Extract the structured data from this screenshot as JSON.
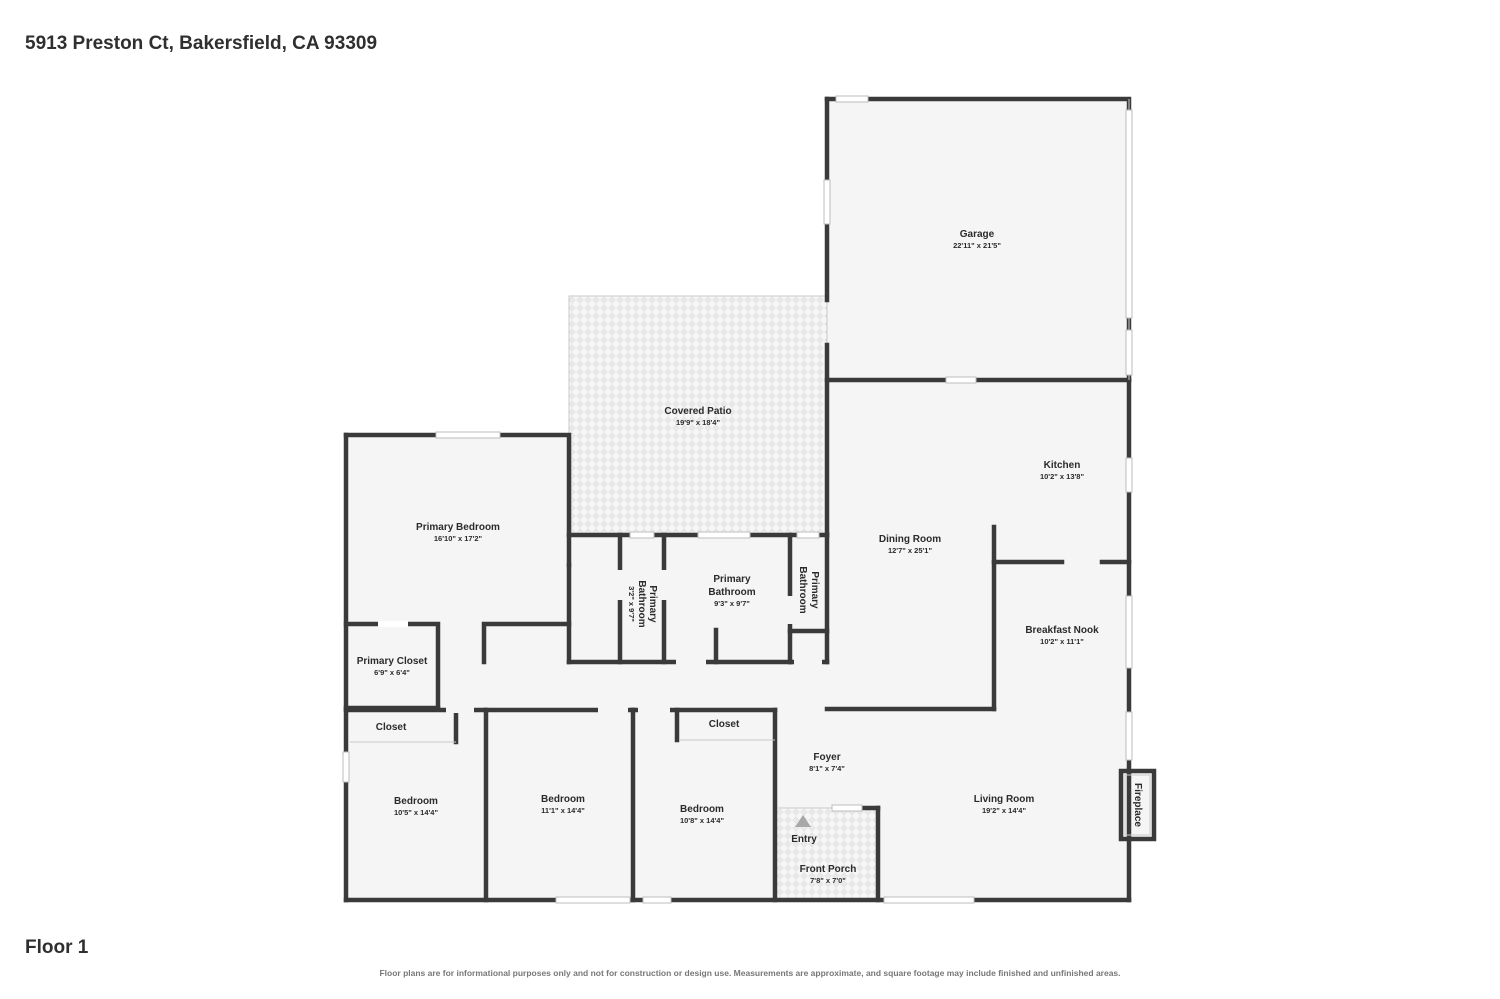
{
  "header": {
    "address": "5913 Preston Ct, Bakersfield, CA 93309"
  },
  "footer": {
    "floor_label": "Floor 1",
    "disclaimer": "Floor plans are for informational purposes only and not for construction or design use. Measurements are approximate, and square footage may include finished and unfinished areas."
  },
  "rooms": {
    "garage": {
      "name": "Garage",
      "dims": "22'11\" x 21'5\""
    },
    "covered_patio": {
      "name": "Covered Patio",
      "dims": "19'9\" x 18'4\""
    },
    "kitchen": {
      "name": "Kitchen",
      "dims": "10'2\" x 13'8\""
    },
    "primary_bedroom": {
      "name": "Primary Bedroom",
      "dims": "16'10\" x 17'2\""
    },
    "dining_room": {
      "name": "Dining Room",
      "dims": "12'7\" x 25'1\""
    },
    "primary_bathroom_small": {
      "name_line1": "Primary",
      "name_line2": "Bathroom",
      "dims": "3'2\" x 9'7\""
    },
    "primary_bathroom_main": {
      "name_line1": "Primary",
      "name_line2": "Bathroom",
      "dims": "9'3\" x 9'7\""
    },
    "primary_bathroom_narrow": {
      "name_line1": "Primary",
      "name_line2": "Bathroom"
    },
    "breakfast_nook": {
      "name": "Breakfast Nook",
      "dims": "10'2\" x 11'1\""
    },
    "primary_closet": {
      "name": "Primary Closet",
      "dims": "6'9\" x 6'4\""
    },
    "closet_left": {
      "name": "Closet"
    },
    "closet_right": {
      "name": "Closet"
    },
    "foyer": {
      "name": "Foyer",
      "dims": "8'1\" x 7'4\""
    },
    "bedroom_1": {
      "name": "Bedroom",
      "dims": "10'5\" x 14'4\""
    },
    "bedroom_2": {
      "name": "Bedroom",
      "dims": "11'1\" x 14'4\""
    },
    "bedroom_3": {
      "name": "Bedroom",
      "dims": "10'8\" x 14'4\""
    },
    "living_room": {
      "name": "Living Room",
      "dims": "19'2\" x 14'4\""
    },
    "fireplace": {
      "name": "Fireplace"
    },
    "entry": {
      "name": "Entry"
    },
    "front_porch": {
      "name": "Front Porch",
      "dims": "7'8\" x 7'0\""
    }
  }
}
